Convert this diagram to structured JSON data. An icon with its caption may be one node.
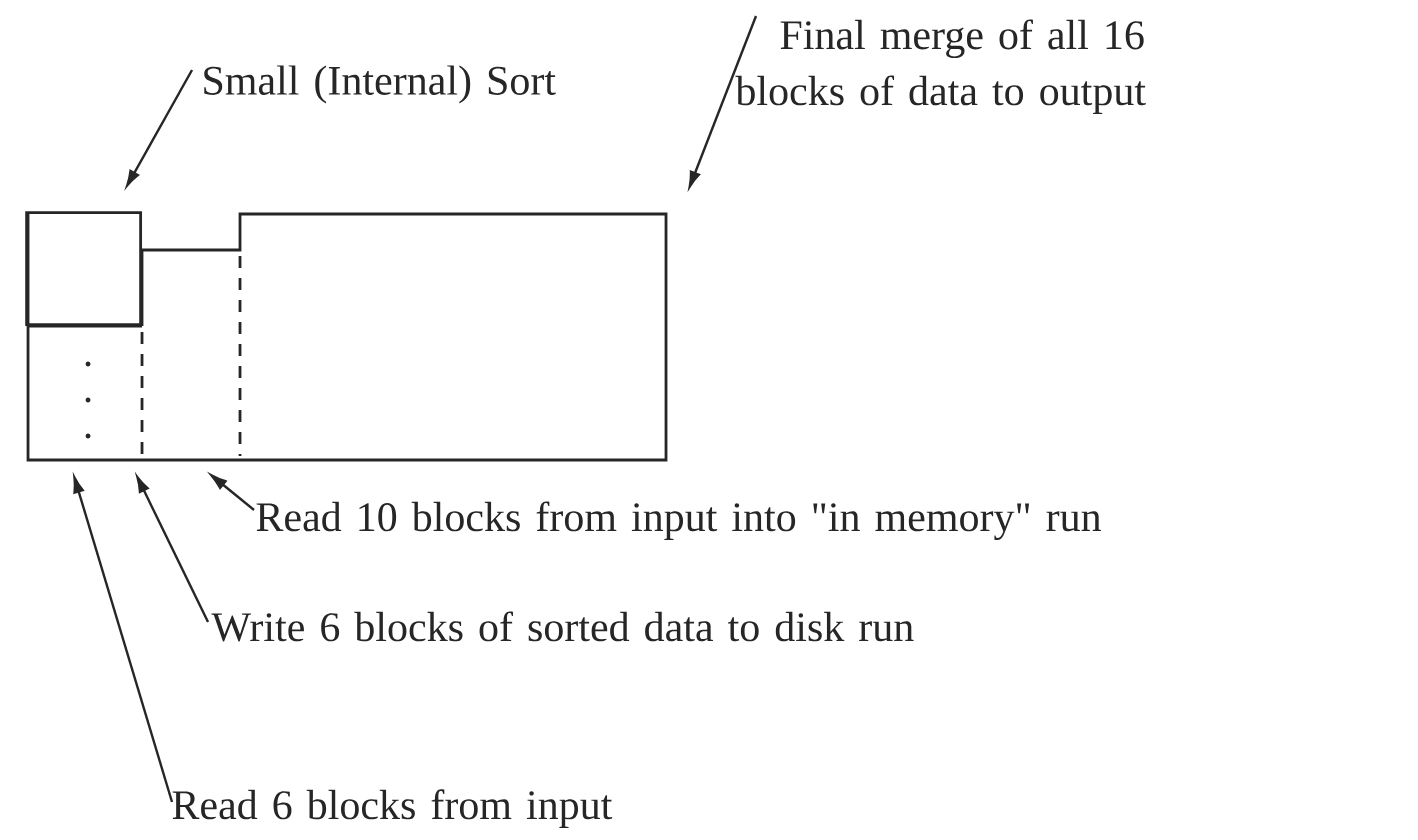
{
  "diagram": {
    "nodes": [
      {
        "text": [
          "Small (Internal) Sort"
        ]
      },
      {
        "text": [
          "Final merge of all 16 blocks of data to output"
        ]
      },
      {
        "text": [
          "Read 10 blocks from input into \"in memory\" run"
        ]
      },
      {
        "text": [
          "Write 6 blocks of sorted data to disk run"
        ]
      },
      {
        "text": [
          "Read 6 blocks from input"
        ]
      },
      {
        "text": [],
        "shape": "box",
        "in": 6
      },
      {
        "text": [],
        "shape": "box"
      }
    ],
    "edges": [
      {
        "from": 0,
        "to": 5,
        "arrow": "to"
      },
      {
        "from": 1,
        "to": 6,
        "arrow": "to"
      },
      {
        "from": 2,
        "to": 6,
        "arrow": "to"
      },
      {
        "from": 3,
        "to": 6,
        "arrow": "to"
      },
      {
        "from": 4,
        "to": 6,
        "arrow": "to"
      }
    ]
  }
}
